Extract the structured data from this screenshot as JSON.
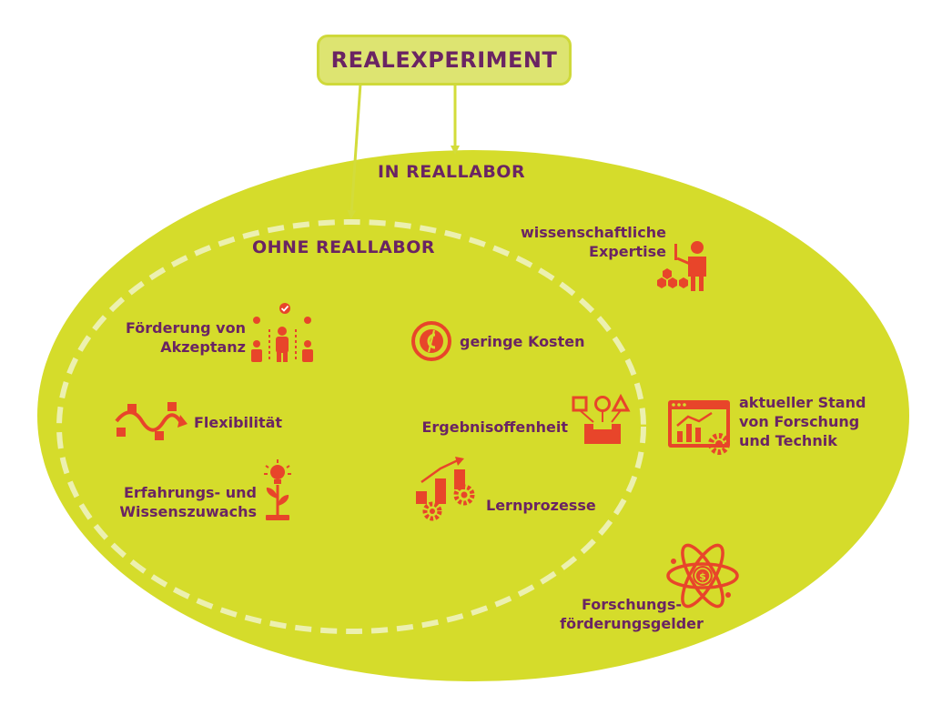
{
  "title": "REALEXPERIMENT",
  "outer_label": "IN REALLABOR",
  "inner_label": "OHNE REALLABOR",
  "colors": {
    "ellipse_fill": "#d5dc2b",
    "dashed_border": "#ecf0b0",
    "arrow": "#d3dc3a",
    "icon": "#e8452a",
    "text": "#6a2463"
  },
  "inner_items": [
    {
      "icon": "people-checkmarks-icon",
      "label_lines": [
        "Förderung von",
        "Akzeptanz"
      ]
    },
    {
      "icon": "coin-cent-icon",
      "label_lines": [
        "geringe Kosten"
      ]
    },
    {
      "icon": "wave-arrow-icon",
      "label_lines": [
        "Flexibilität"
      ]
    },
    {
      "icon": "shapes-options-icon",
      "label_lines": [
        "Ergebnisoffenheit"
      ]
    },
    {
      "icon": "plant-lightbulb-icon",
      "label_lines": [
        "Erfahrungs- und",
        "Wissenszuwachs"
      ]
    },
    {
      "icon": "gears-chart-icon",
      "label_lines": [
        "Lernprozesse"
      ]
    }
  ],
  "outer_items": [
    {
      "icon": "scientist-pointer-icon",
      "label_lines": [
        "wissenschaftliche",
        "Expertise"
      ]
    },
    {
      "icon": "browser-chart-gear-icon",
      "label_lines": [
        "aktueller Stand",
        "von Forschung",
        "und Technik"
      ]
    },
    {
      "icon": "atom-dollar-icon",
      "label_lines": [
        "Forschungs-",
        "förderungsgelder"
      ]
    }
  ]
}
